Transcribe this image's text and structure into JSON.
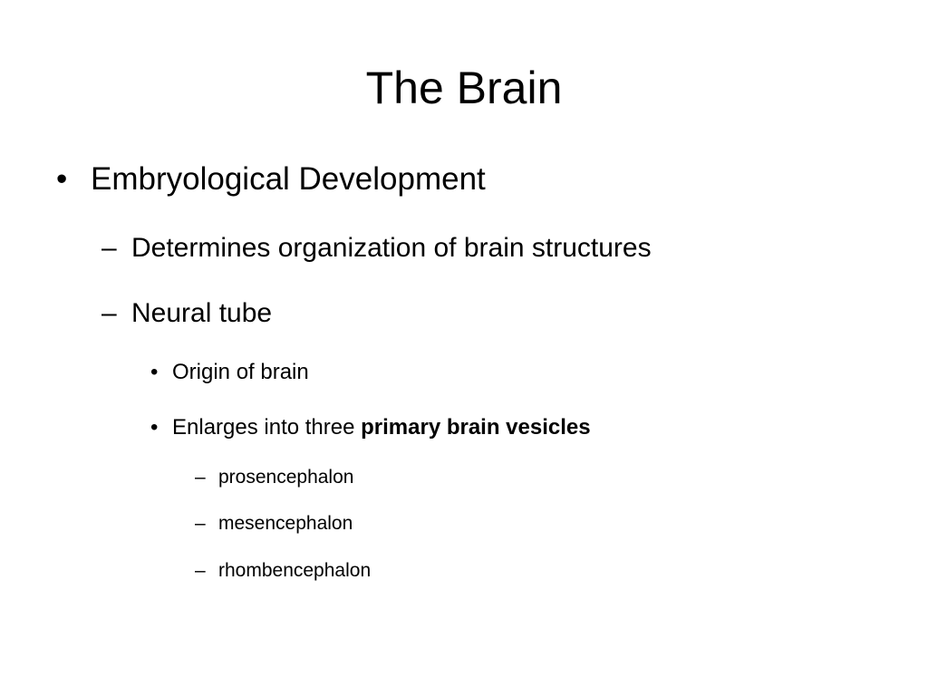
{
  "slide": {
    "title": "The Brain",
    "bullets": {
      "b1": {
        "marker": "•",
        "text": "Embryological Development"
      },
      "b1_1": {
        "marker": "–",
        "text": "Determines organization of brain structures"
      },
      "b1_2": {
        "marker": "–",
        "text": "Neural tube"
      },
      "b1_2_1": {
        "marker": "•",
        "text": "Origin of brain"
      },
      "b1_2_2": {
        "marker": "•",
        "text_prefix": "Enlarges into three ",
        "text_bold": "primary brain vesicles"
      },
      "b1_2_2_1": {
        "marker": "–",
        "text": "prosencephalon"
      },
      "b1_2_2_2": {
        "marker": "–",
        "text": "mesencephalon"
      },
      "b1_2_2_3": {
        "marker": "–",
        "text": "rhombencephalon"
      }
    }
  }
}
